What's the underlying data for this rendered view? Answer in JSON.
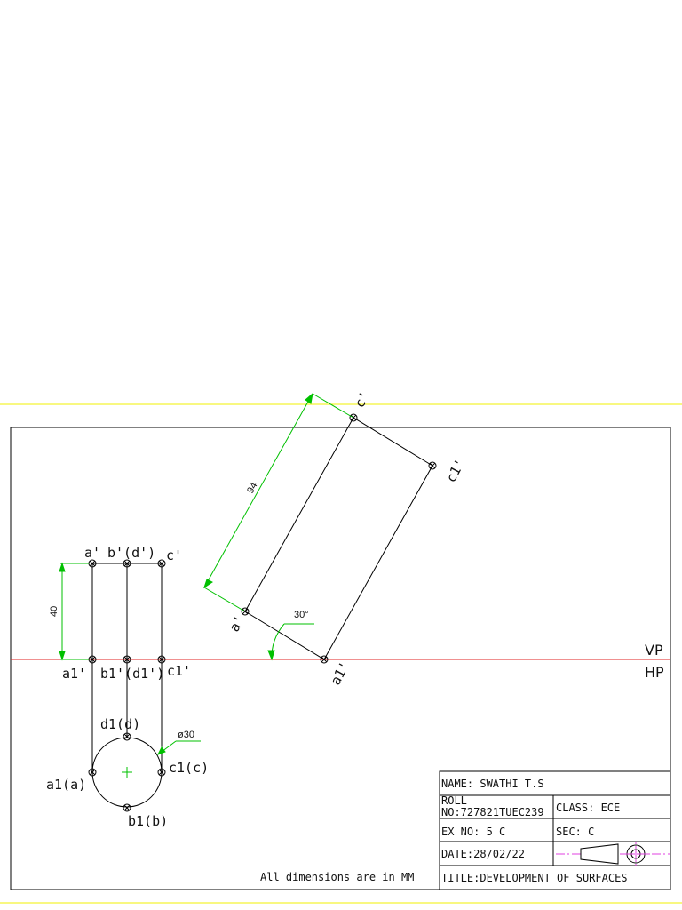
{
  "drawing": {
    "labels": {
      "a_front": "a'",
      "bd_front": "b'(d')",
      "c_front": "c'",
      "a1_front": "a1'",
      "bd1_front": "b1'(d1')",
      "c1_front": "c1'",
      "d1_top": "d1(d)",
      "a1_top": "a1(a)",
      "c1_top": "c1(c)",
      "b1_top": "b1(b)",
      "a_aux": "a'",
      "c_aux": "c'",
      "c1_aux": "c1'",
      "a1_aux": "a1'"
    },
    "dimensions": {
      "height": "40",
      "length": "94",
      "angle": "30°",
      "diameter": "ø30"
    },
    "reference_line": {
      "vp": "VP",
      "hp": "HP",
      "color": "#e02020"
    },
    "dimension_color": "#00c000",
    "border_color": "#f0f000",
    "note": "All dimensions are in MM"
  },
  "title_block": {
    "name": "NAME: SWATHI T.S",
    "roll_line1": "ROLL",
    "roll_line2": "NO:727821TUEC239",
    "class": "CLASS: ECE",
    "ex_no": "EX NO: 5 C",
    "sec": "SEC: C",
    "date": "DATE:28/02/22",
    "title": "TITLE:DEVELOPMENT OF SURFACES",
    "projection_symbol": "first-angle-projection-symbol"
  }
}
